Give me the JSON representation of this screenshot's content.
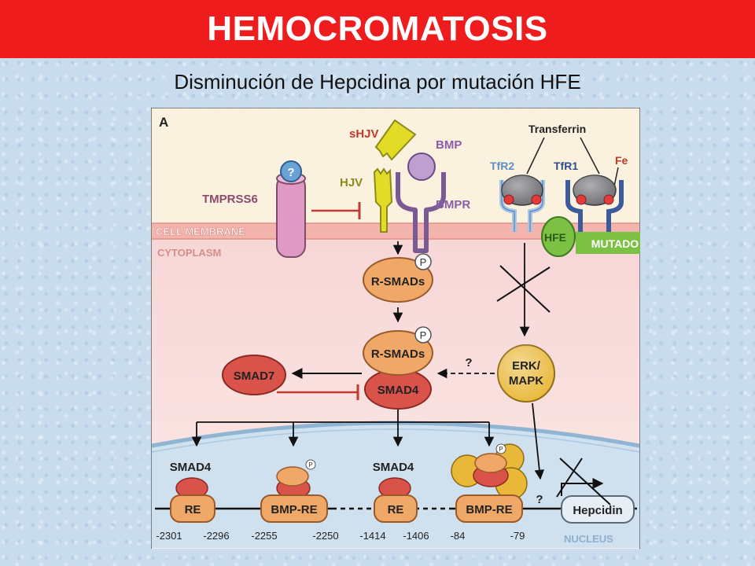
{
  "page": {
    "title": "HEMOCROMATOSIS",
    "subtitle": "Disminución de Hepcidina por mutación HFE"
  },
  "figure": {
    "panel_label": "A",
    "membrane_labels": {
      "cell_membrane": "CELL MEMBRANE",
      "cytoplasm": "CYTOPLASM",
      "nucleus": "NUCLEUS"
    },
    "proteins": {
      "tmprss6": "TMPRSS6",
      "unknown_mark": "?",
      "shjv": "sHJV",
      "hjv": "HJV",
      "bmp": "BMP",
      "bmpr": "BMPR",
      "transferrin": "Transferrin",
      "tfr2": "TfR2",
      "tfr1": "TfR1",
      "fe": "Fe",
      "hfe": "HFE",
      "mutado": "MUTADO"
    },
    "signaling": {
      "rsmads_1": "R-SMADs",
      "rsmads_2": "R-SMADs",
      "phospho_1": "P",
      "phospho_2": "P",
      "smad7": "SMAD7",
      "smad4": "SMAD4",
      "erk_line1": "ERK/",
      "erk_line2": "MAPK",
      "q_erk": "?",
      "q_hepcidin": "?"
    },
    "promoter": {
      "smad4_left": "SMAD4",
      "smad4_mid": "SMAD4",
      "re1": "RE",
      "bmp_re1": "BMP-RE",
      "re2": "RE",
      "bmp_re2": "BMP-RE",
      "hepcidin": "Hepcidin",
      "mini_p1": "P",
      "mini_p2": "P",
      "positions": [
        "-2301",
        "-2296",
        "-2255",
        "-2250",
        "-1414",
        "-1406",
        "-84",
        "-79"
      ]
    },
    "colors": {
      "hfe": "#7cc144",
      "mutado": "#7cc144",
      "rsmad": "#f0a868",
      "smad4": "#d9534a",
      "erk": "#e9b839",
      "hjv": "#e2dc26",
      "bmp": "#bf9fd0",
      "tmprss6": "#e098c4",
      "inhibit": "#c13a32",
      "nucleus": "#cfe0ee"
    }
  }
}
